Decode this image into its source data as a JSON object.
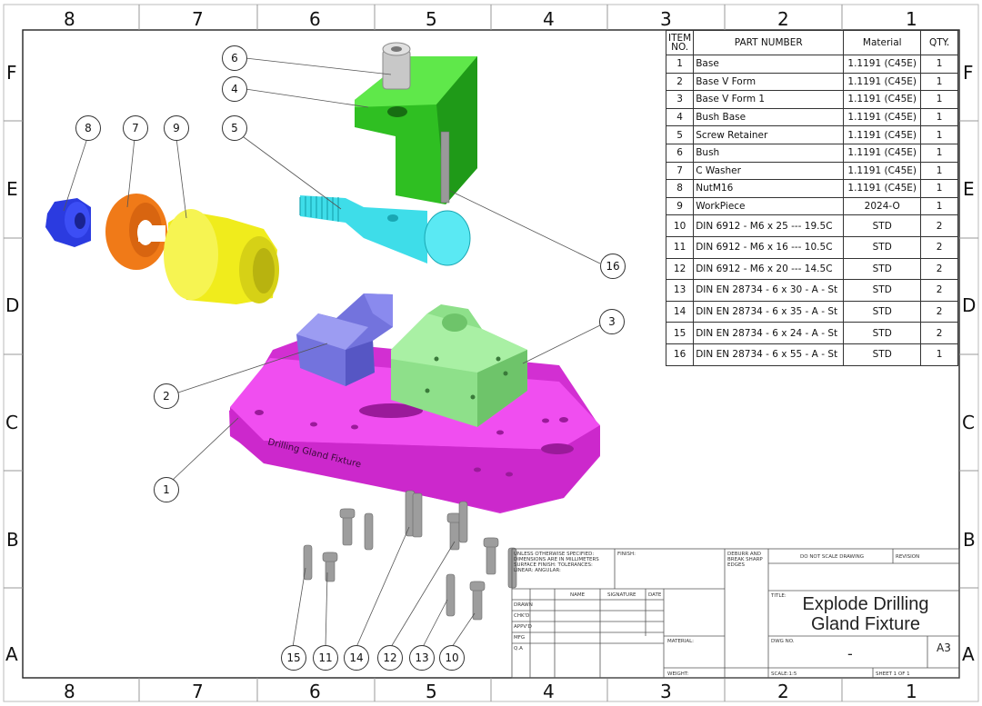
{
  "zones": {
    "columns": [
      "8",
      "7",
      "6",
      "5",
      "4",
      "3",
      "2",
      "1"
    ],
    "rows": [
      "F",
      "E",
      "D",
      "C",
      "B",
      "A"
    ]
  },
  "bom": {
    "headers": {
      "item": "ITEM NO.",
      "part": "PART NUMBER",
      "material": "Material",
      "qty": "QTY."
    },
    "rows": [
      {
        "item": "1",
        "part": "Base",
        "material": "1.1191 (C45E)",
        "qty": "1"
      },
      {
        "item": "2",
        "part": "Base V Form",
        "material": "1.1191 (C45E)",
        "qty": "1"
      },
      {
        "item": "3",
        "part": "Base V Form 1",
        "material": "1.1191 (C45E)",
        "qty": "1"
      },
      {
        "item": "4",
        "part": "Bush Base",
        "material": "1.1191 (C45E)",
        "qty": "1"
      },
      {
        "item": "5",
        "part": "Screw Retainer",
        "material": "1.1191 (C45E)",
        "qty": "1"
      },
      {
        "item": "6",
        "part": "Bush",
        "material": "1.1191 (C45E)",
        "qty": "1"
      },
      {
        "item": "7",
        "part": "C Washer",
        "material": "1.1191 (C45E)",
        "qty": "1"
      },
      {
        "item": "8",
        "part": "NutM16",
        "material": "1.1191 (C45E)",
        "qty": "1"
      },
      {
        "item": "9",
        "part": "WorkPiece",
        "material": "2024-O",
        "qty": "1"
      },
      {
        "item": "10",
        "part": "DIN 6912 - M6 x 25 --- 19.5C",
        "material": "STD",
        "qty": "2"
      },
      {
        "item": "11",
        "part": "DIN 6912 - M6 x 16 --- 10.5C",
        "material": "STD",
        "qty": "2"
      },
      {
        "item": "12",
        "part": "DIN 6912 - M6 x 20 --- 14.5C",
        "material": "STD",
        "qty": "2"
      },
      {
        "item": "13",
        "part": "DIN EN 28734 - 6 x 30 - A - St",
        "material": "STD",
        "qty": "2"
      },
      {
        "item": "14",
        "part": "DIN EN 28734 - 6 x 35 - A - St",
        "material": "STD",
        "qty": "2"
      },
      {
        "item": "15",
        "part": "DIN EN 28734 - 6 x 24 - A - St",
        "material": "STD",
        "qty": "2"
      },
      {
        "item": "16",
        "part": "DIN EN 28734 - 6 x 55 - A - St",
        "material": "STD",
        "qty": "1"
      }
    ]
  },
  "title_block": {
    "title_line1": "Explode Drilling",
    "title_line2": "Gland Fixture",
    "size": "A3",
    "dwg_no": "-",
    "notes": "UNLESS OTHERWISE SPECIFIED: DIMENSIONS ARE IN MILLIMETERS SURFACE FINISH: TOLERANCES: LINEAR: ANGULAR:",
    "finish_label": "FINISH:",
    "deburr_label": "DEBURR AND BREAK SHARP EDGES",
    "do_not_scale": "DO NOT SCALE DRAWING",
    "revision_label": "REVISION",
    "name_label": "NAME",
    "signature_label": "SIGNATURE",
    "date_label": "DATE",
    "row_labels": [
      "DRAWN",
      "CHK'D",
      "APPV'D",
      "MFG",
      "Q.A"
    ],
    "material_label": "MATERIAL:",
    "title_label": "TITLE:",
    "dwg_no_label": "DWG NO.",
    "weight_label": "WEIGHT:",
    "scale_label": "SCALE:1:5",
    "sheet_label": "SHEET 1 OF 1"
  },
  "model_text": "Drilling Gland Fixture",
  "callouts": [
    "1",
    "2",
    "3",
    "4",
    "5",
    "6",
    "7",
    "8",
    "9",
    "10",
    "11",
    "12",
    "13",
    "14",
    "15",
    "16"
  ],
  "colors": {
    "base_magenta": "#f03cf0",
    "vform_blue": "#7b7be8",
    "vform1_green": "#8ee68a",
    "bush_base_green": "#3fcf2a",
    "screw_retainer_cyan": "#3ee0f0",
    "washer_orange": "#f07a18",
    "nut_blue": "#2b3be0",
    "workpiece_yellow": "#f2f01c",
    "bush_grey": "#bdbdbd"
  }
}
